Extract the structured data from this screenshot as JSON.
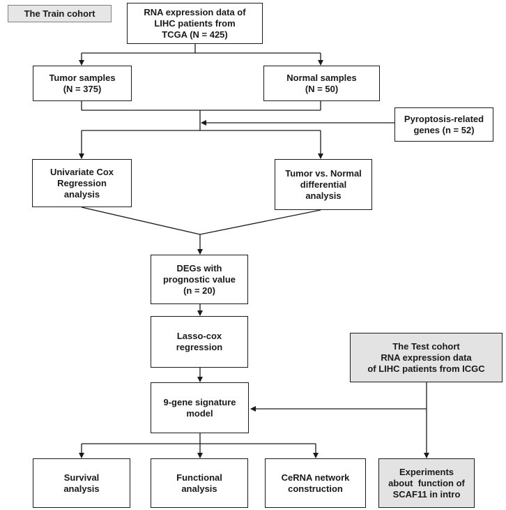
{
  "cohort_tag": "The Train cohort",
  "nodes": {
    "rna_tcga": [
      "RNA expression data of",
      "LIHC patients from",
      "TCGA (N = 425)"
    ],
    "tumor_samples": [
      "Tumor samples",
      "(N = 375)"
    ],
    "normal_samples": [
      "Normal samples",
      "(N = 50)"
    ],
    "pyroptosis_genes": [
      "Pyroptosis-related",
      "genes (n = 52)"
    ],
    "univariate_cox": [
      "Univariate Cox",
      "Regression",
      "analysis"
    ],
    "tumor_vs_normal": [
      "Tumor vs. Normal",
      "differential",
      "analysis"
    ],
    "degs": [
      "DEGs with",
      "prognostic value",
      "(n = 20)"
    ],
    "lasso_cox": [
      "Lasso-cox",
      "regression"
    ],
    "gene_signature": [
      "9-gene signature",
      "model"
    ],
    "test_cohort": [
      "The Test cohort",
      "RNA expression data",
      "of LIHC patients from ICGC"
    ],
    "survival": [
      "Survival",
      "analysis"
    ],
    "functional": [
      "Functional",
      "analysis"
    ],
    "cerna": [
      "CeRNA network",
      "construction"
    ],
    "experiments": [
      "Experiments",
      "about  function of",
      "SCAF11 in intro"
    ]
  },
  "colors": {
    "stroke": "#1a1a1a",
    "shaded_fill": "#e3e3e3",
    "tag_fill": "#e6e6e6"
  }
}
